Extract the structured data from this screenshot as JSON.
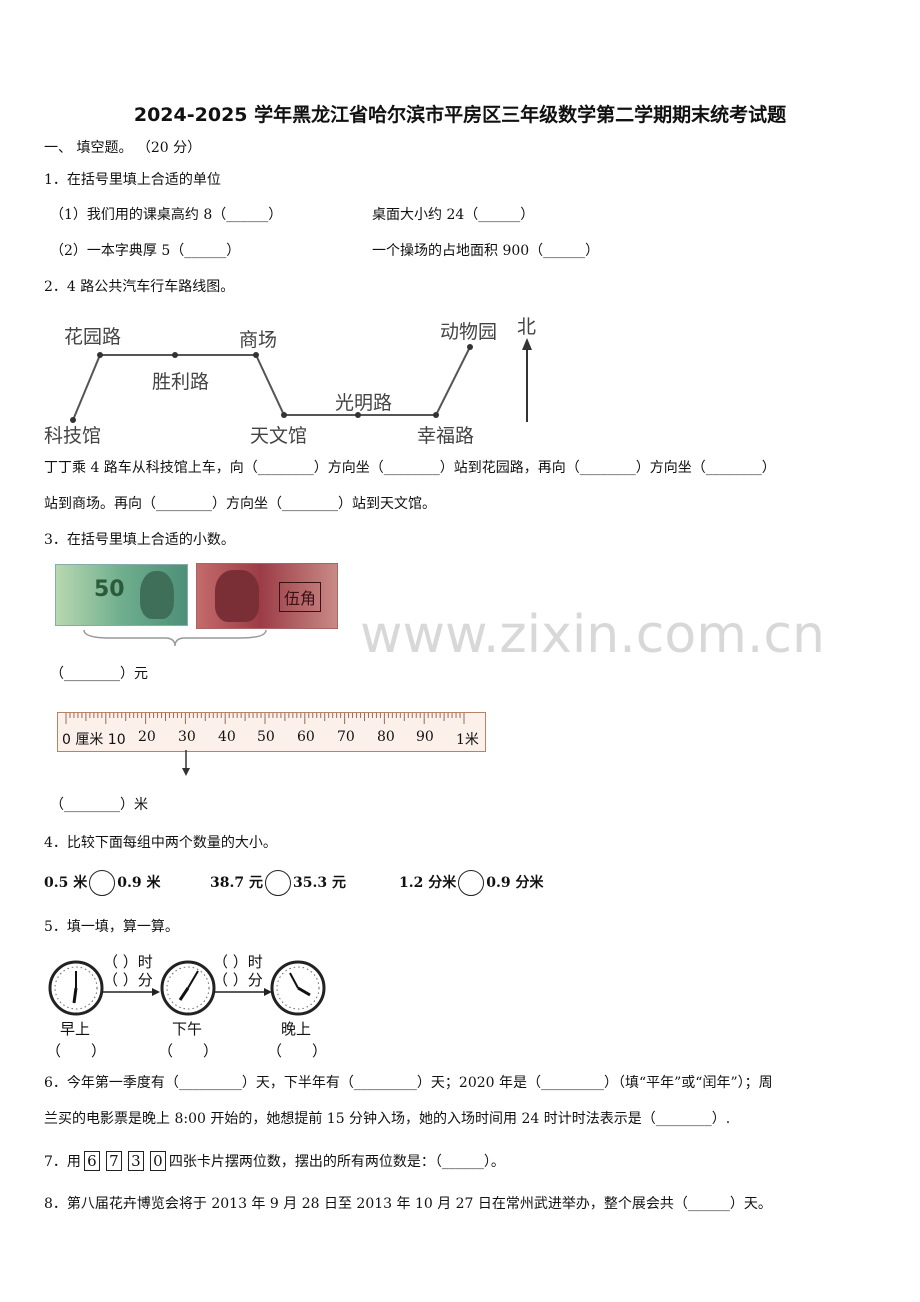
{
  "title": "2024-2025 学年黑龙江省哈尔滨市平房区三年级数学第二学期期末统考试题",
  "section1": "一、  填空题。 （20 分）",
  "q1": {
    "stem": "1．在括号里填上合适的单位",
    "a": "（1）我们用的课桌高约 8（______）",
    "b": "桌面大小约 24（______）",
    "c": "（2）一本字典厚 5（______）",
    "d": "一个操场的占地面积 900（______）"
  },
  "q2": {
    "stem": "2．4 路公共汽车行车路线图。",
    "map": {
      "huayuan": "花园路",
      "shangchang": "商场",
      "dongwuyuan": "动物园",
      "north": "北",
      "shengli": "胜利路",
      "guangming": "光明路",
      "kejiguan": "科技馆",
      "tianwenguan": "天文馆",
      "xingfu": "幸福路"
    },
    "line1": "丁丁乘 4 路车从科技馆上车，向（________）方向坐（________）站到花园路，再向（________）方向坐（________）",
    "line2": "站到商场。再向（________）方向坐（________）站到天文馆。"
  },
  "q3": {
    "stem": "3．在括号里填上合适的小数。",
    "money_answer": "（________）元",
    "ruler_ticks": [
      "0 厘米 10",
      "20",
      "30",
      "40",
      "50",
      "60",
      "70",
      "80",
      "90",
      "1米"
    ],
    "ruler_answer": "（________）米",
    "note50": "50",
    "note5": "伍角"
  },
  "watermark": "www.zixin.com.cn",
  "q4": {
    "stem": "4．比较下面每组中两个数量的大小。",
    "g1a": "0.5 米",
    "g1b": "0.9 米",
    "g2a": "38.7 元",
    "g2b": "35.3 元",
    "g3a": "1.2 分米",
    "g3b": "0.9 分米"
  },
  "q5": {
    "stem": "5．填一填，算一算。",
    "hour": "（  ）时",
    "minute": "（  ）分",
    "morning": "早上",
    "afternoon": "下午",
    "evening": "晚上",
    "blank": "（　　）"
  },
  "q6": {
    "line1": "6．今年第一季度有（_________）天，下半年有（_________）天；2020 年是（_________）（填“平年”或“闰年”）；周",
    "line2": "兰买的电影票是晚上 8:00 开始的，她想提前 15 分钟入场，她的入场时间用 24 时计时法表示是（________）."
  },
  "q7": {
    "prefix": "7．用",
    "cards": [
      "6",
      "7",
      "3",
      "0"
    ],
    "suffix": "四张卡片摆两位数，摆出的所有两位数是：（______）。"
  },
  "q8": "8．第八届花卉博览会将于 2013 年 9 月 28 日至 2013 年 10 月 27 日在常州武进举办，整个展会共（______）天。"
}
